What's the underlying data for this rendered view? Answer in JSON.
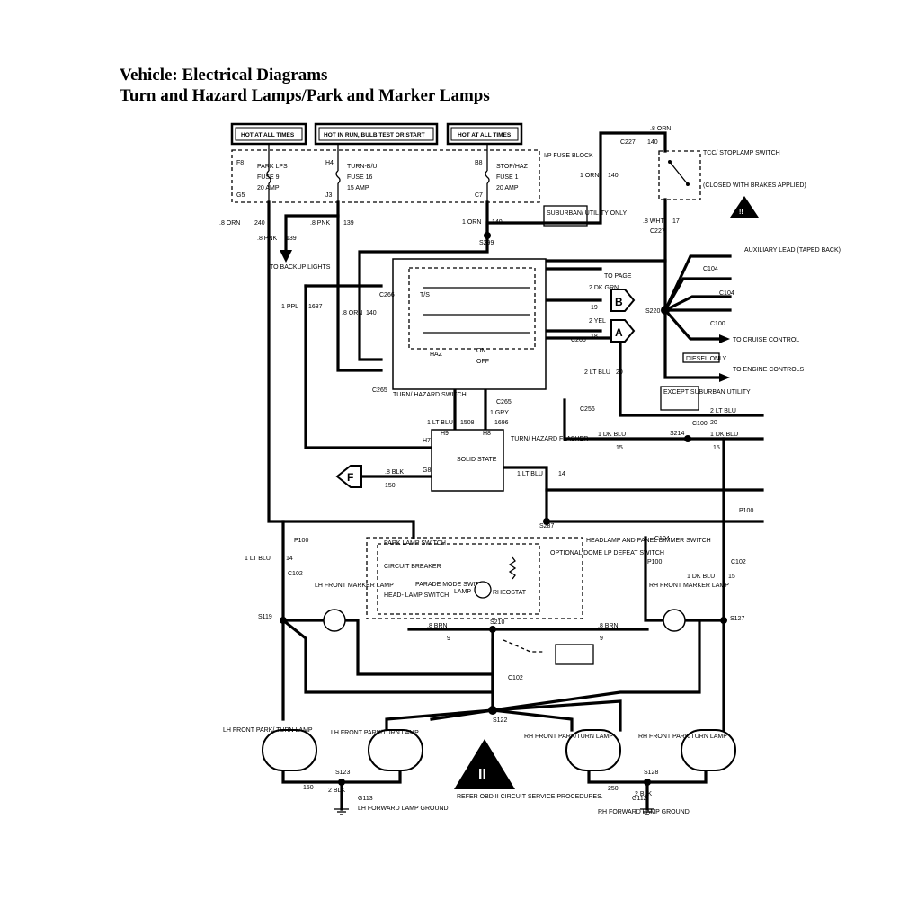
{
  "header": {
    "line1": "Vehicle: Electrical Diagrams",
    "line2": "Turn and Hazard Lamps/Park and Marker Lamps"
  },
  "power": {
    "box1": "HOT AT ALL TIMES",
    "box2": "HOT IN RUN, BULB TEST OR START",
    "box3": "HOT AT ALL TIMES",
    "fuse_block": "I/P FUSE BLOCK"
  },
  "fuses": [
    {
      "top": "F8",
      "bottom": "G5",
      "name": "PARK LPS",
      "id": "FUSE 9",
      "rating": "20 AMP"
    },
    {
      "top": "H4",
      "bottom": "J3",
      "name": "TURN-B/U",
      "id": "FUSE 16",
      "rating": "15 AMP"
    },
    {
      "top": "B8",
      "bottom": "C7",
      "name": "STOP/HAZ",
      "id": "FUSE 1",
      "rating": "20 AMP"
    }
  ],
  "switches": {
    "tcc_stop": "TCC/ STOPLAMP SWITCH",
    "tcc_note": "(CLOSED WITH BRAKES APPLIED)",
    "turn_hazard": "TURN/ HAZARD SWITCH",
    "haz": "HAZ",
    "on": "ON",
    "off": "OFF",
    "ts": "T/S",
    "park_lamp": "PARK LAMP SWITCH",
    "circuit_breaker": "CIRCUIT BREAKER",
    "head_lamp": "HEAD- LAMP SWITCH",
    "parade_mode": "PARADE MODE SWITCH",
    "lamp": "LAMP",
    "rheostat": "RHEOSTAT",
    "dome_defeat": "OPTIONAL DOME LP DEFEAT SWITCH",
    "headlamp_dimmer": "HEADLAMP AND PANEL DIMMER SWITCH"
  },
  "modules": {
    "flasher_name": "TURN/ HAZARD FLASHER",
    "flasher_body": "SOLID STATE",
    "flasher_h7": "H7",
    "flasher_h9": "H9",
    "flasher_h8": "H8",
    "flasher_g8": "G8"
  },
  "labels": {
    "backup": "TO BACKUP LIGHTS",
    "suburban": "SUBURBAN/ UTILITY ONLY",
    "except_suburban": "EXCEPT SUBURBAN UTILITY",
    "diesel": "DIESEL ONLY",
    "to_page": "TO PAGE",
    "aux_lead": "AUXILIARY LEAD (TAPED BACK)",
    "cruise": "TO CRUISE CONTROL",
    "engine": "TO ENGINE CONTROLS",
    "lh_marker": "LH FRONT MARKER LAMP",
    "rh_marker": "RH FRONT MARKER LAMP",
    "lh_park": "LH FRONT PARK/ TURN LAMP",
    "lh_park2": "LH FRONT PARK/TURN LAMP",
    "rh_park": "RH FRONT PARK/TURN LAMP",
    "rh_park2": "RH FRONT PARK/TURN LAMP",
    "lh_ground": "LH FORWARD LAMP GROUND",
    "rh_ground": "RH FORWARD LAMP GROUND",
    "obd_note": "REFER OBD II CIRCUIT SERVICE PROCEDURES.",
    "obd_symbol": "II",
    "obd_small": "OBDII"
  },
  "connectors": {
    "c227a": "C227",
    "c227b": "C227",
    "s299": "S299",
    "c266": "C266",
    "c266b": "C266",
    "c265": "C265",
    "c265b": "C265",
    "c256": "C256",
    "s220": "S220",
    "c104a": "C104",
    "c104b": "C104",
    "c100": "C100",
    "c100b": "C100",
    "s214": "S214",
    "s287": "S287",
    "p100a": "P100",
    "p100b": "P100",
    "p100c": "P100",
    "c102a": "C102",
    "c102b": "C102",
    "c102c": "C102",
    "s119": "S119",
    "s127": "S127",
    "s210": "S210",
    "s122": "S122",
    "s123": "S123",
    "s128": "S128",
    "g113": "G113",
    "g112": "G112",
    "c104c": "C104"
  },
  "wires": {
    "w_8orn_140": ".8 ORN",
    "n140": "140",
    "w_1orn": "1 ORN",
    "n140b": "140",
    "w_8orn_240": ".8 ORN",
    "n240": "240",
    "w_8pnk": ".8 PNK",
    "n139": "139",
    "w_8pnk2": ".8 PNK",
    "n139b": "139",
    "w_1orn_b": "1 ORN",
    "n140c": "140",
    "w_8wht": ".8 WHT",
    "n17": "17",
    "w_1ppl": "1 PPL",
    "n1687": "1687",
    "w_8orn_c": ".8 ORN",
    "n140d": "140",
    "w_2dkgrn": "2 DK GRN",
    "n19": "19",
    "w_2yel": "2 YEL",
    "n18": "18",
    "w_2ltblu": "2 LT BLU",
    "n20": "20",
    "w_2ltblu_b": "2 LT BLU",
    "n20b": "20",
    "w_1dkblu": "1 DK BLU",
    "n15": "15",
    "w_1dkblu_b": "1 DK BLU",
    "n15b": "15",
    "w_1ltblu": "1 LT BLU",
    "n1508": "1508",
    "w_1gry": "1 GRY",
    "n1696": "1696",
    "w_8blk": ".8 BLK",
    "n150": "150",
    "w_1ltblu_c": "1 LT BLU",
    "n14": "14",
    "w_1ltblu_d": "1 LT BLU",
    "n14b": "14",
    "w_1dkblu_c": "1 DK BLU",
    "n15c": "15",
    "w_8brn": ".8 BRN",
    "n9": "9",
    "w_8brn_b": ".8 BRN",
    "n9b": "9",
    "w_2blk": "2 BLK",
    "n150b": "150",
    "w_2blk_b": "2 BLK",
    "n250": "250"
  }
}
